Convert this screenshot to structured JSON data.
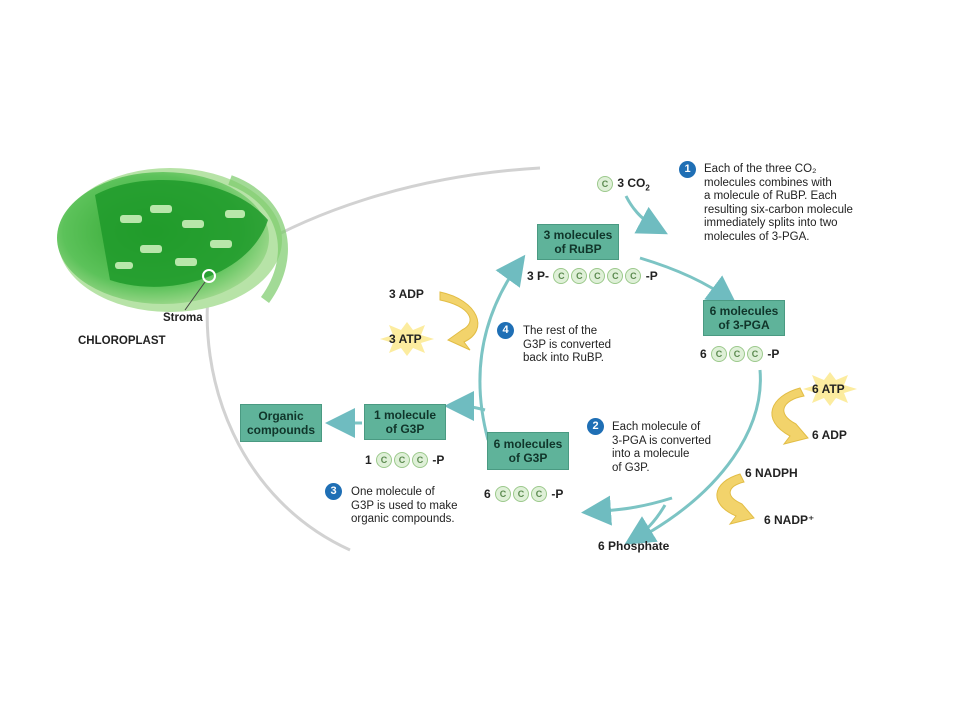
{
  "chloroplast": {
    "stroma_label": "Stroma",
    "chloroplast_label": "CHLOROPLAST"
  },
  "co2": {
    "carbon": "C",
    "label": "3 CO",
    "sub": "2"
  },
  "steps": [
    {
      "number": "1",
      "lines": [
        "Each of the three CO₂",
        "molecules combines with",
        "a molecule of RuBP. Each",
        "resulting six-carbon molecule",
        "immediately splits into two",
        "molecules of 3-PGA."
      ]
    },
    {
      "number": "2",
      "lines": [
        "Each molecule of",
        "3-PGA is converted",
        "into a molecule",
        "of G3P."
      ]
    },
    {
      "number": "3",
      "lines": [
        "One molecule of",
        "G3P is used to make",
        "organic compounds."
      ]
    },
    {
      "number": "4",
      "lines": [
        "The rest of the",
        "G3P is converted",
        "back into RuBP."
      ]
    }
  ],
  "boxes": {
    "rubp": [
      "3 molecules",
      "of RuBP"
    ],
    "pga": [
      "6 molecules",
      "of 3-PGA"
    ],
    "g3p6": [
      "6 molecules",
      "of G3P"
    ],
    "g3p1": [
      "1 molecule",
      "of G3P"
    ],
    "organic": [
      "Organic",
      "compounds"
    ]
  },
  "molecules": {
    "rubp": {
      "prefix": "3 P-",
      "count": 5,
      "suffix": "-P"
    },
    "pga": {
      "prefix": "6",
      "count": 3,
      "suffix": "-P"
    },
    "g3p6": {
      "prefix": "6",
      "count": 3,
      "suffix": "-P"
    },
    "g3p1": {
      "prefix": "1",
      "count": 3,
      "suffix": "-P"
    },
    "carbon_symbol": "C"
  },
  "energy": {
    "adp_left": "3 ADP",
    "atp_left": "3 ATP",
    "atp_right": "6 ATP",
    "adp_right": "6 ADP",
    "nadph": "6 NADPH",
    "nadp": "6 NADP⁺",
    "phosphate": "6 Phosphate"
  },
  "colors": {
    "box_fill": "#5fb39a",
    "cycle_arrow": "#7cc4c4",
    "energy_arrow": "#f2d36b",
    "badge": "#1f6fb5",
    "chloroplast": "#4cb84a"
  }
}
